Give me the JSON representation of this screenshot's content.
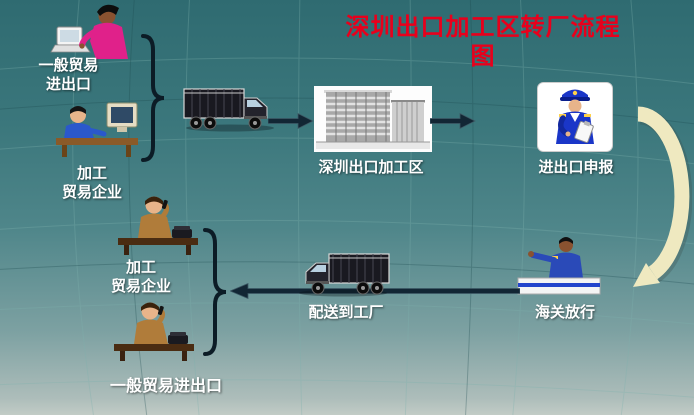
{
  "title": {
    "line1": "深圳出口加工区转厂流程",
    "line2": "图"
  },
  "top_flow": {
    "general_trade_label": {
      "line1": "一般贸易",
      "line2": "进出口"
    },
    "processing_enterprise_label": {
      "line1": "加工",
      "line2": "贸易企业"
    },
    "epz_label": "深圳出口加工区",
    "declaration_label": "进出口申报"
  },
  "bottom_flow": {
    "customs_release_label": "海关放行",
    "delivery_label": "配送到工厂",
    "processing_enterprise_label": {
      "line1": "加工",
      "line2": "贸易企业"
    },
    "general_trade_label": "一般贸易进出口"
  },
  "colors": {
    "background_teal_top": "#2f6b71",
    "background_teal_bottom": "#c2ccc6",
    "globe_grid_line": "#7fb2ae",
    "title_red": "#e8001c",
    "label_white": "#ffffff",
    "flow_arrow_dark": "#122634",
    "curved_arrow_cream": "#efe9c0",
    "brace_black": "#0c1c26"
  },
  "icons": {
    "globe-grid-background": "sphere wireframe grid lines",
    "woman-at-laptop-clipart": "person working on laptop",
    "clerk-at-computer-clipart": "person at desk with computer",
    "truck-clipart": "box cargo truck",
    "factory-building-clipart": "multi-storey factory building photo",
    "customs-officer-clipart": "uniformed customs officer holding clipboard",
    "customs-desk-clipart": "customs officer at service counter",
    "worker-at-desk-clipart": "worker at office desk with phone",
    "curly-brace": "grouping brace }",
    "flow-arrow": "solid dark flow arrow",
    "curved-return-arrow": "large cream curved arrow"
  }
}
